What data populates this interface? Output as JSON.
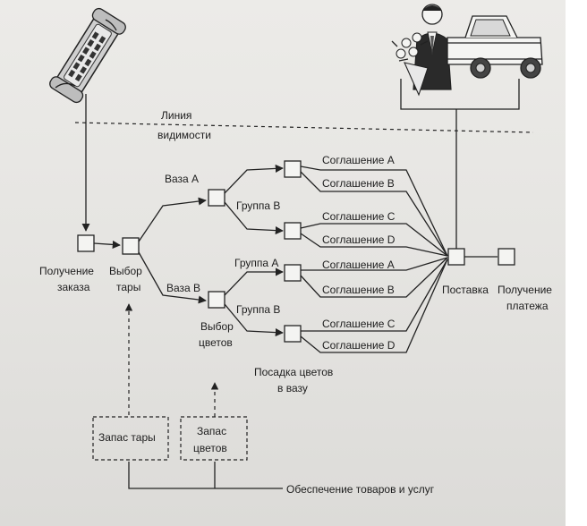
{
  "diagram": {
    "visibility_line": [
      "Линия",
      "видимости"
    ],
    "steps": {
      "order": [
        "Получение",
        "заказа"
      ],
      "vase_choice": [
        "Выбор",
        "тары"
      ],
      "flower_choice": [
        "Выбор",
        "цветов"
      ],
      "delivery": "Поставка",
      "payment": [
        "Получение",
        "платежа"
      ]
    },
    "vases": [
      "Ваза A",
      "Ваза B"
    ],
    "groups": {
      "upper": "Группа B",
      "lower_a": "Группа A",
      "lower_b": "Группа B"
    },
    "agreements": [
      "Соглашение A",
      "Соглашение B",
      "Соглашение C",
      "Соглашение D",
      "Соглашение A",
      "Соглашение B",
      "Соглашение C",
      "Соглашение D"
    ],
    "planting": [
      "Посадка цветов",
      "в вазу"
    ],
    "stocks": {
      "vases": "Запас тары",
      "flowers": [
        "Запас",
        "цветов"
      ]
    },
    "support": "Обеспечение товаров и услуг"
  },
  "illustrations": {
    "phone": "telephone-icon",
    "florist": "florist-icon",
    "truck": "pickup-truck-icon"
  }
}
